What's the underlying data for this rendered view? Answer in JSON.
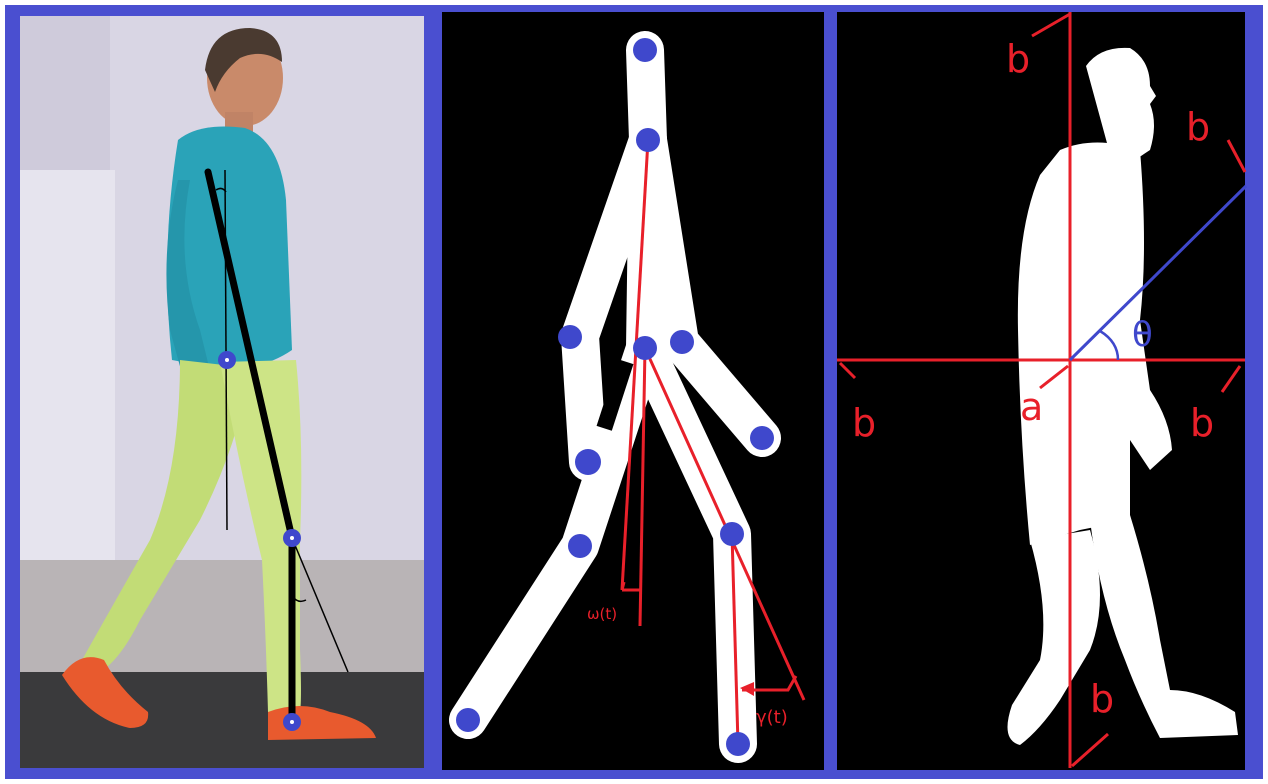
{
  "colors": {
    "frame": "#4a4fd0",
    "panel_bg": "#000000",
    "skeleton": "#ffffff",
    "joint": "#3f48cc",
    "annotation": "#e8202a",
    "angle_line": "#3f48cc",
    "photo_wall": "#ddd9e6",
    "photo_floor": "#3a3a3a",
    "shirt": "#2aa3b8",
    "leggings": "#c8e07a",
    "shoes": "#e85a2e",
    "skin": "#c98a6a"
  },
  "panels": {
    "photo": {
      "description_icon": "person-walking-photo"
    },
    "skeleton": {
      "omega_label": "ω(t)",
      "gamma_label": "γ(t)"
    },
    "silhouette": {
      "labels": {
        "b_top": "b",
        "b_upper_right": "b",
        "b_left": "b",
        "a": "a",
        "b_right": "b",
        "b_bottom": "b"
      },
      "theta_label": "θ"
    }
  }
}
